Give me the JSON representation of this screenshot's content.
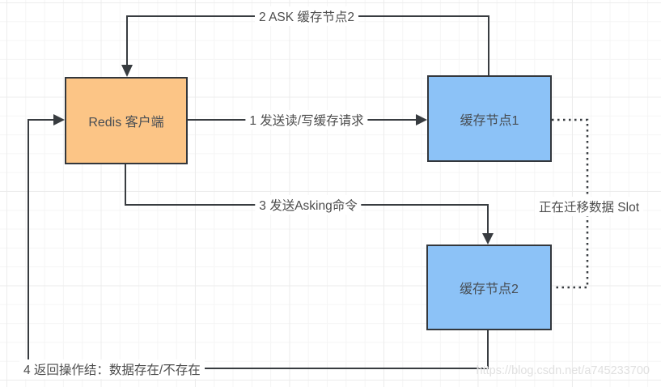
{
  "nodes": {
    "client": {
      "label": "Redis 客户端"
    },
    "cache1": {
      "label": "缓存节点1"
    },
    "cache2": {
      "label": "缓存节点2"
    }
  },
  "edges": {
    "ask": {
      "label": "2 ASK 缓存节点2"
    },
    "request": {
      "label": "1 发送读/写缓存请求"
    },
    "asking": {
      "label": "3 发送Asking命令"
    },
    "result": {
      "label": "4 返回操作结：数据存在/不存在"
    },
    "migrating": {
      "label": "正在迁移数据 Slot"
    }
  },
  "watermark": {
    "text": "https://blog.csdn.net/a745233700"
  },
  "colors": {
    "client_fill": "#fcc586",
    "cache_fill": "#8cc2f7",
    "node_border": "#33373c",
    "wire": "#383c40",
    "label_text": "#4d4d4d",
    "watermark_text": "#e0e0e0"
  }
}
